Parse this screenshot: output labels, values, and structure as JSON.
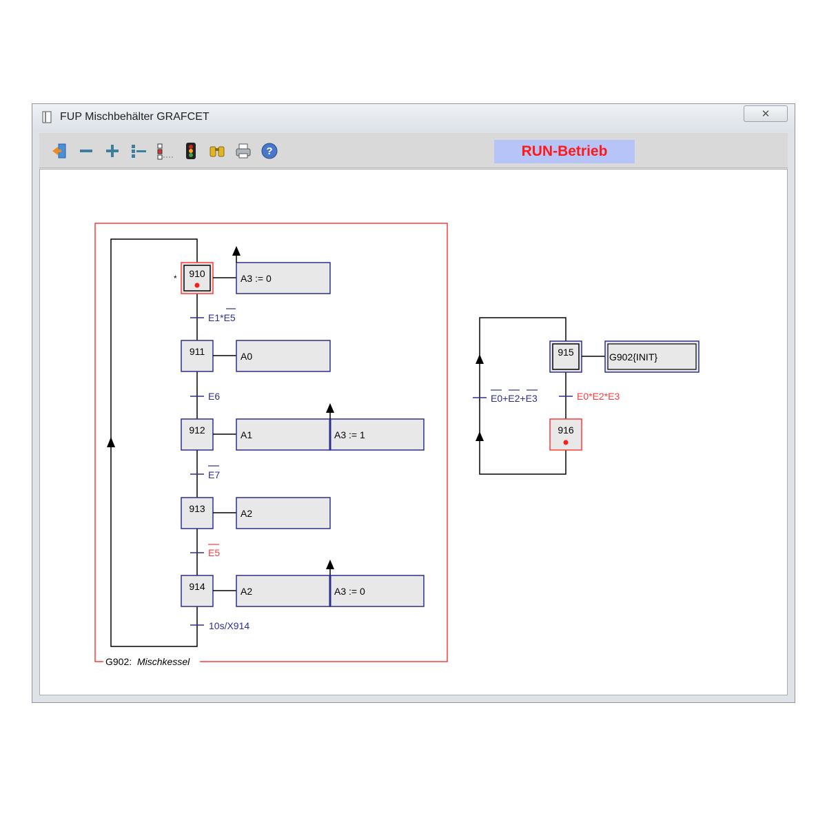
{
  "window": {
    "title": "FUP Mischbehälter GRAFCET",
    "close_icon": "close-icon"
  },
  "toolbar": {
    "buttons": [
      {
        "name": "exit-icon"
      },
      {
        "name": "zoom-out-icon"
      },
      {
        "name": "zoom-in-icon"
      },
      {
        "name": "collapse-icon"
      },
      {
        "name": "expand-icon"
      },
      {
        "name": "traffic-light-icon"
      },
      {
        "name": "find-icon"
      },
      {
        "name": "print-icon"
      },
      {
        "name": "help-icon"
      }
    ],
    "status": "RUN-Betrieb"
  },
  "grafcet1": {
    "name_prefix": "G902:",
    "name": "Mischkessel",
    "initial_marker": "*",
    "steps": [
      "910",
      "911",
      "912",
      "913",
      "914"
    ],
    "transitions": [
      "E1*E5",
      "E6",
      "E7",
      "E5",
      "10s/X914"
    ],
    "actions": {
      "s910": "A3 := 0",
      "s911": "A0",
      "s912a": "A1",
      "s912b": "A3 := 1",
      "s913": "A2",
      "s914a": "A2",
      "s914b": "A3 := 0"
    }
  },
  "grafcet2": {
    "steps": [
      "915",
      "916"
    ],
    "action_915": "G902{INIT}",
    "transition_down": "E0*E2*E3",
    "transition_up": "E0+E2+E3"
  },
  "colors": {
    "active": "#ff3a3a",
    "frame": "#2b2f8f",
    "box": "#e8e8e8",
    "status_bg": "#b7c4f8",
    "status_text": "#ff1a1a"
  }
}
